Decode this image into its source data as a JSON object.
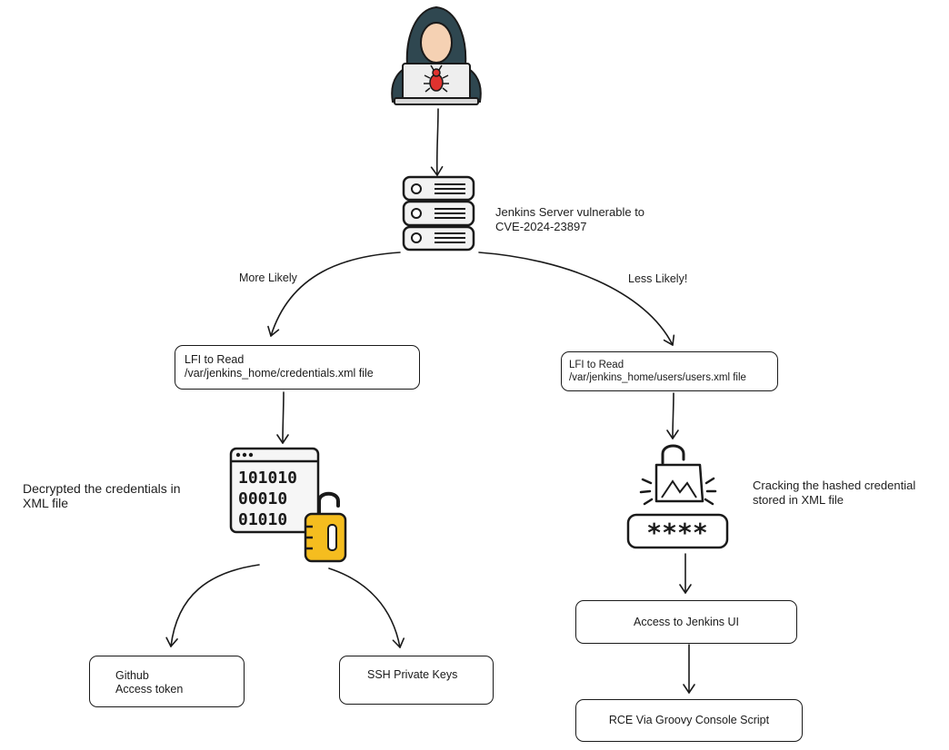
{
  "nodes": {
    "server_note": {
      "line1": "Jenkins Server vulnerable to",
      "line2": "CVE-2024-23897"
    },
    "lfi_left": {
      "line1": "LFI to Read",
      "line2": "/var/jenkins_home/credentials.xml file"
    },
    "lfi_right": {
      "line1": "LFI to Read",
      "line2": "/var/jenkins_home/users/users.xml file"
    },
    "decrypt_note": {
      "line1": "Decrypted the credentials in",
      "line2": "XML file"
    },
    "crack_note": {
      "line1": "Cracking the hashed credential",
      "line2": "stored in XML file"
    },
    "github": {
      "line1": "Github",
      "line2": "Access token"
    },
    "ssh": {
      "label": "SSH Private Keys"
    },
    "jenkins_ui": {
      "label": "Access to Jenkins UI"
    },
    "rce": {
      "label": "RCE Via Groovy Console Script"
    }
  },
  "edges": {
    "more_likely": "More Likely",
    "less_likely": "Less Likely!"
  },
  "icons": {
    "binary_rows": [
      "101010",
      "00010",
      "01010"
    ],
    "password_mask": "****"
  },
  "colors": {
    "hood": "#2f4750",
    "face": "#f5d1b3",
    "server": "#f2f2f2",
    "lock_yellow": "#f5bd1f",
    "bug_red": "#e0322f",
    "ink": "#1a1a1a"
  }
}
